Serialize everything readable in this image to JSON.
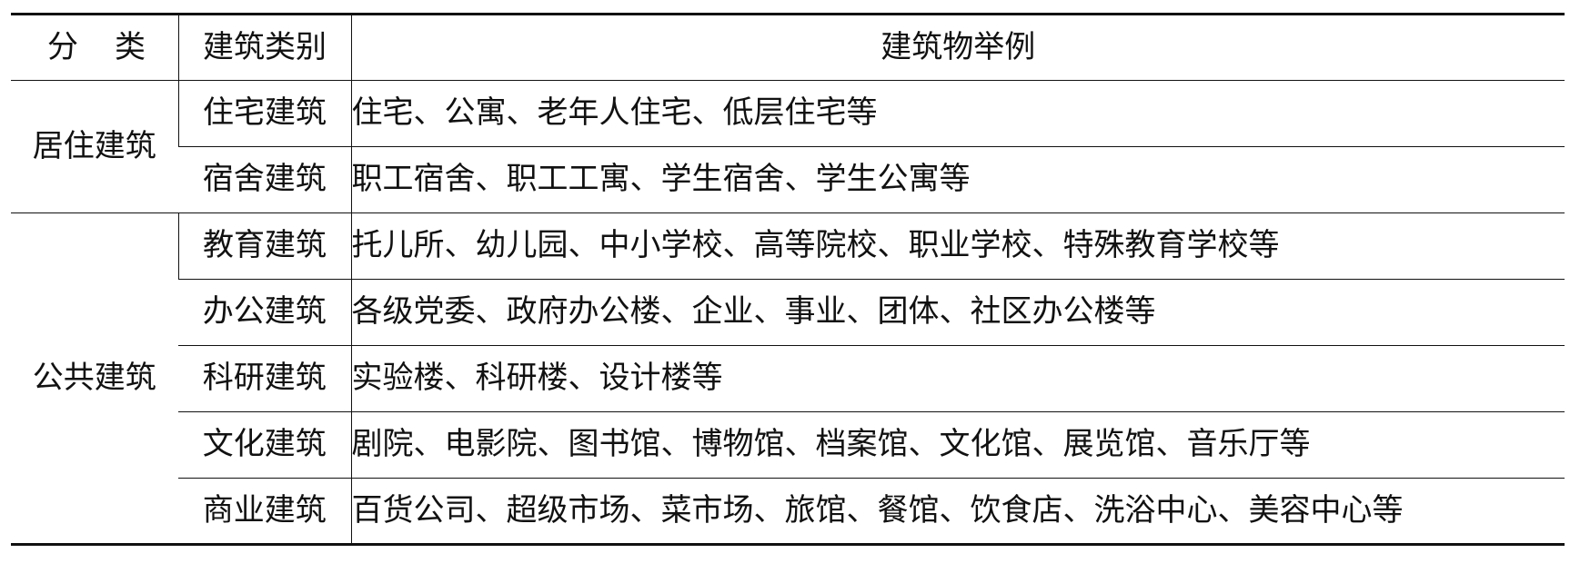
{
  "table": {
    "headers": [
      "分类",
      "建筑类别",
      "建筑物举例"
    ],
    "groups": [
      {
        "name": "居住建筑",
        "rows": [
          {
            "category": "住宅建筑",
            "examples": "住宅、公寓、老年人住宅、低层住宅等"
          },
          {
            "category": "宿舍建筑",
            "examples": "职工宿舍、职工工寓、学生宿舍、学生公寓等"
          }
        ]
      },
      {
        "name": "公共建筑",
        "rows": [
          {
            "category": "教育建筑",
            "examples": "托儿所、幼儿园、中小学校、高等院校、职业学校、特殊教育学校等"
          },
          {
            "category": "办公建筑",
            "examples": "各级党委、政府办公楼、企业、事业、团体、社区办公楼等"
          },
          {
            "category": "科研建筑",
            "examples": "实验楼、科研楼、设计楼等"
          },
          {
            "category": "文化建筑",
            "examples": "剧院、电影院、图书馆、博物馆、档案馆、文化馆、展览馆、音乐厅等"
          },
          {
            "category": "商业建筑",
            "examples": "百货公司、超级市场、菜市场、旅馆、餐馆、饮食店、洗浴中心、美容中心等"
          }
        ]
      }
    ]
  }
}
